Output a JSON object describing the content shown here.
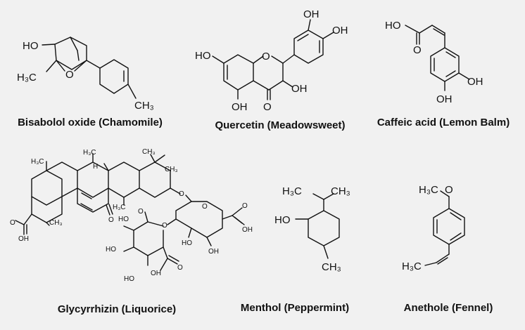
{
  "captions": {
    "bisabolol": "Bisabolol oxide (Chamomile)",
    "quercetin": "Quercetin (Meadowsweet)",
    "caffeic": "Caffeic acid (Lemon Balm)",
    "glycyrrhizin": "Glycyrrhizin (Liquorice)",
    "menthol": "Menthol (Peppermint)",
    "anethole": "Anethole (Fennel)"
  },
  "atoms": {
    "ho": "HO",
    "oh": "OH",
    "o": "O",
    "h3c": "H₃C",
    "ch3": "CH₃",
    "h": "H"
  },
  "colors": {
    "background": "#f1f1f1",
    "ink": "#111111"
  }
}
